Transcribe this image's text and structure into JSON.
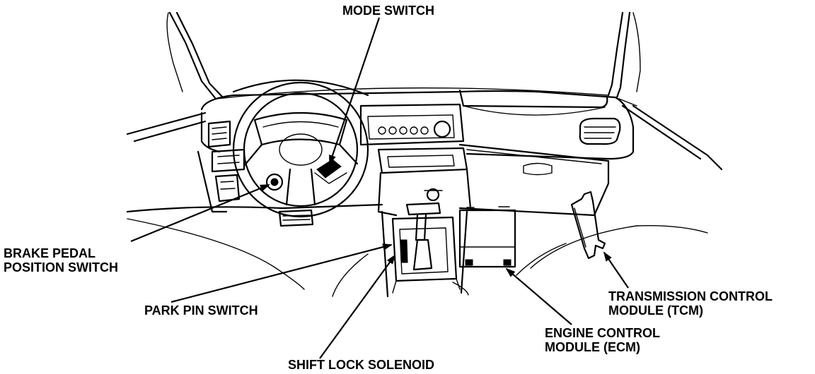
{
  "labels": {
    "mode_switch": "MODE SWITCH",
    "brake_pedal_line1": "BRAKE PEDAL",
    "brake_pedal_line2": "POSITION SWITCH",
    "park_pin_switch": "PARK PIN SWITCH",
    "shift_lock_solenoid": "SHIFT LOCK SOLENOID",
    "ecm_line1": "ENGINE CONTROL",
    "ecm_line2": "MODULE (ECM)",
    "tcm_line1": "TRANSMISSION CONTROL",
    "tcm_line2": "MODULE (TCM)"
  },
  "colors": {
    "ink": "#000000",
    "paper": "#ffffff"
  }
}
